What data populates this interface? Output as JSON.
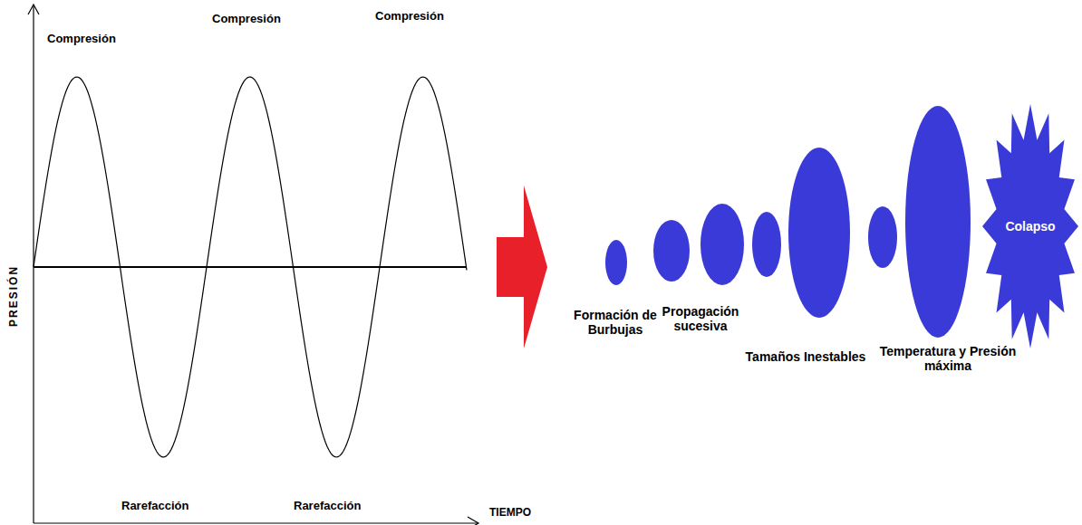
{
  "diagram": {
    "nodes": [
      {
        "text": [
          "Colapso"
        ]
      }
    ],
    "labels": [
      "Compresión",
      "Compresión",
      "Compresión",
      "Rarefacción",
      "Rarefacción",
      "PRESIÓN",
      "TIEMPO",
      "Formación de Burbujas",
      "Propagación sucesiva",
      "Tamaños Inestables",
      "Temperatura y Presión máxima"
    ]
  }
}
